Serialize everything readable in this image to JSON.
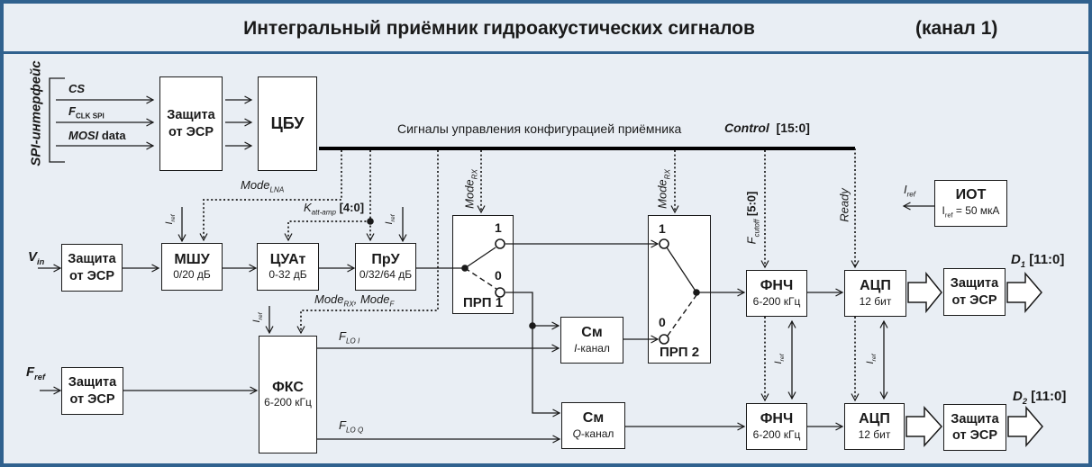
{
  "colors": {
    "frame": "#30618E",
    "background": "#E9EEF4",
    "block_fill": "#FFFFFF",
    "line": "#1A1A1A"
  },
  "title": {
    "main": "Интегральный приёмник гидроакустических сигналов",
    "channel": "(канал 1)"
  },
  "spi": {
    "label": "SPI-интерфейс",
    "cs": "CS",
    "fclk_base": "F",
    "fclk_sub": "CLK SPI",
    "mosi_base": "MOSI",
    "mosi_rest": " data"
  },
  "bus": {
    "caption": "Сигналы управления конфигурацией приёмника",
    "control_base": "Control",
    "control_bits": "[15:0]"
  },
  "ports": {
    "vin_base": "V",
    "vin_sub": "in",
    "fref_base": "F",
    "fref_sub": "ref",
    "d1_base": "D",
    "d1_sub": "1",
    "d1_bits": "[11:0]",
    "d2_base": "D",
    "d2_sub": "2",
    "d2_bits": "[11:0]"
  },
  "signals": {
    "mode_lna_base": "Mode",
    "mode_lna_sub": "LNA",
    "katt_base": "K",
    "katt_sub": "att-amp",
    "katt_bits": "[4:0]",
    "mode_rx_base": "Mode",
    "mode_rx_sub": "RX",
    "mode_f_base": "Mode",
    "mode_f_sub": "F",
    "list_sep": ", ",
    "fcutoff_base": "F",
    "fcutoff_sub": "cutoff",
    "fcutoff_bits": "[5:0]",
    "ready": "Ready",
    "iref_base": "I",
    "iref_sub": "ref",
    "flo_base": "F",
    "flo_i_sub": "LO ",
    "flo_i_chan": "I",
    "flo_q_sub": "LO ",
    "flo_q_chan": "Q"
  },
  "blocks": {
    "esd": {
      "line1": "Защита",
      "line2": "от ЭСР"
    },
    "cbu": {
      "name": "ЦБУ"
    },
    "lna": {
      "name": "МШУ",
      "sub": "0/20 дБ"
    },
    "duat": {
      "name": "ЦУАт",
      "sub": "0-32 дБ"
    },
    "pru": {
      "name": "ПрУ",
      "sub": "0/32/64 дБ"
    },
    "prp1": {
      "name": "ПРП 1",
      "pos1": "1",
      "pos0": "0"
    },
    "prp2": {
      "name": "ПРП 2",
      "pos1": "1",
      "pos0": "0"
    },
    "mixer": {
      "name": "См",
      "i_chan": "I",
      "q_chan": "Q",
      "chan_rest": "-канал"
    },
    "fks": {
      "name": "ФКС",
      "sub": "6-200 кГц"
    },
    "lpf": {
      "name": "ФНЧ",
      "sub": "6-200 кГц"
    },
    "adc": {
      "name": "АЦП",
      "sub": "12 бит"
    },
    "iot": {
      "name": "ИОТ",
      "cur_base": "I",
      "cur_sub": "ref",
      "cur_rest": " = 50 мкА"
    }
  }
}
